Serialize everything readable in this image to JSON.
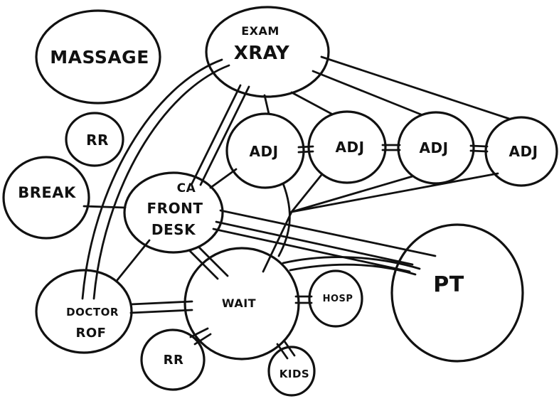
{
  "diagram": {
    "nodes": {
      "massage": "MASSAGE",
      "exam": "EXAM",
      "xray": "XRAY",
      "rr_top": "RR",
      "adj_1": "ADJ",
      "adj_2": "ADJ",
      "adj_3": "ADJ",
      "adj_4": "ADJ",
      "break": "BREAK",
      "ca": "CA",
      "front": "FRONT",
      "desk": "DESK",
      "pt": "PT",
      "doctor": "DOCTOR",
      "rof": "ROF",
      "wait": "WAIT",
      "hosp": "HOSP",
      "rr_bottom": "RR",
      "kids": "KIDS"
    }
  }
}
